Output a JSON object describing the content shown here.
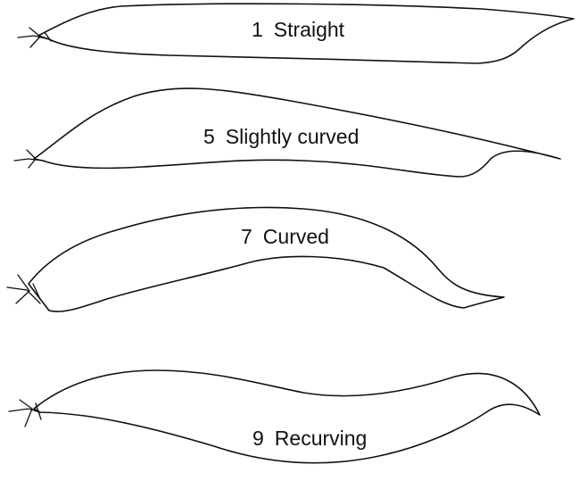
{
  "figure": {
    "pods": [
      {
        "score": "1",
        "name": "Straight",
        "shape_icon": "straight-pod-icon"
      },
      {
        "score": "5",
        "name": "Slightly curved",
        "shape_icon": "slightly-curved-pod-icon"
      },
      {
        "score": "7",
        "name": "Curved",
        "shape_icon": "curved-pod-icon"
      },
      {
        "score": "9",
        "name": "Recurving",
        "shape_icon": "recurving-pod-icon"
      }
    ]
  }
}
